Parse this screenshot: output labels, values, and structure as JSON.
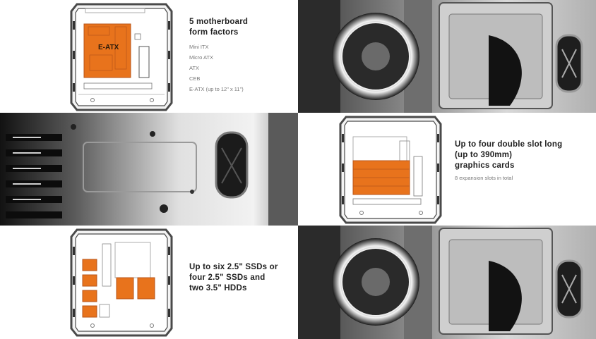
{
  "panels": {
    "motherboard": {
      "label": "E-ATX",
      "heading": [
        "5 motherboard",
        "form factors"
      ],
      "items": [
        "Mini ITX",
        "Micro ATX",
        "ATX",
        "CEB",
        "E-ATX (up to 12\" x 11\")"
      ]
    },
    "gpu": {
      "heading": [
        "Up to four double slot long",
        "(up to 390mm)",
        "graphics cards"
      ],
      "note": "8 expansion slots in total"
    },
    "storage": {
      "heading": [
        "Up to six 2.5\" SSDs or",
        "four 2.5\" SSDs and",
        "two 3.5\" HDDs"
      ]
    }
  },
  "colors": {
    "accent": "#e8731c",
    "frame": "#4a4a4a",
    "photo_dark": "#1b1b1b",
    "photo_light": "#c9c9c9"
  }
}
